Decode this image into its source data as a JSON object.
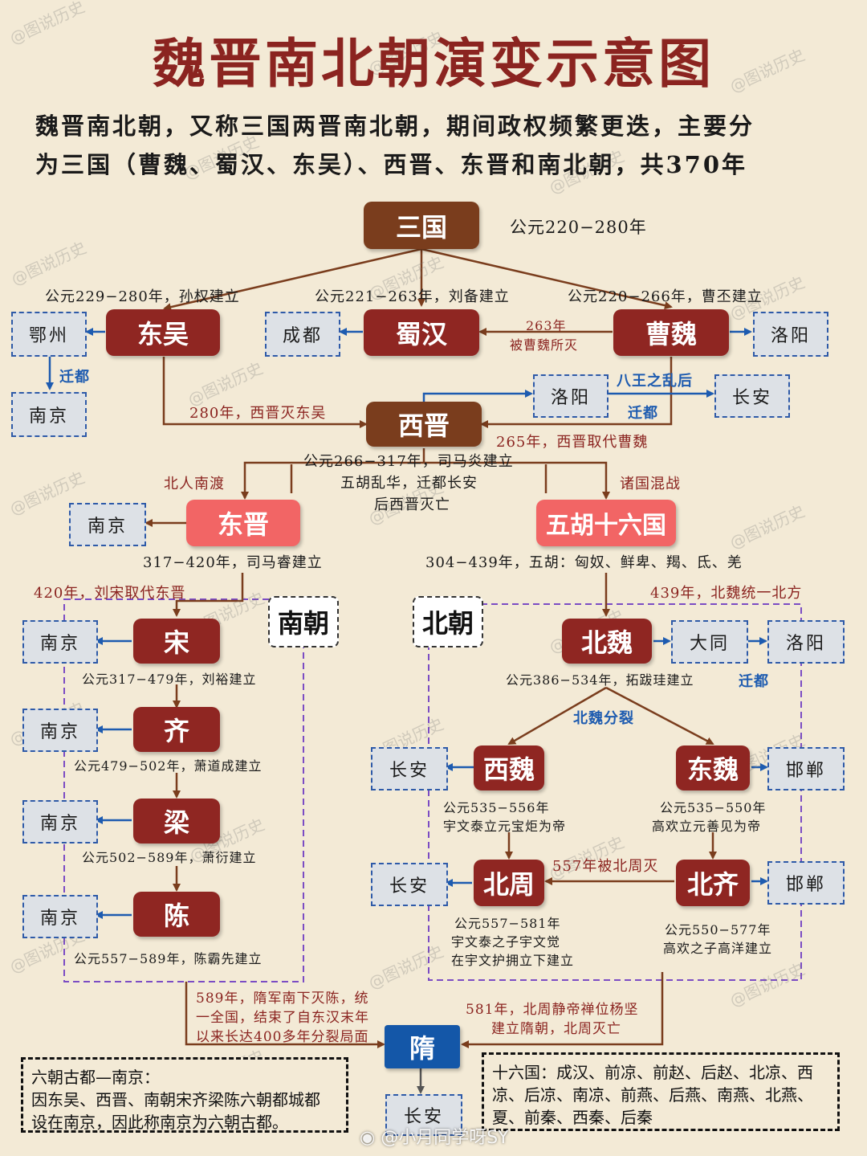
{
  "title": "魏晋南北朝演变示意图",
  "intro": {
    "line1": "魏晋南北朝，又称三国两晋南北朝，期间政权频繁更迭，主要分",
    "line2": "为三国（曹魏、蜀汉、东吴）、西晋、东晋和南北朝，共370年"
  },
  "nodes": {
    "sanguo": "三国",
    "dongwu": "东吴",
    "shuhan": "蜀汉",
    "caowei": "曹魏",
    "xijin": "西晋",
    "dongjin": "东晋",
    "wuhu": "五胡十六国",
    "nanchao": "南朝",
    "beichao": "北朝",
    "song": "宋",
    "qi": "齐",
    "liang": "梁",
    "chen": "陈",
    "beiwei": "北魏",
    "xiwei": "西魏",
    "dongwei": "东魏",
    "beizhou": "北周",
    "beiqi": "北齐",
    "sui": "隋"
  },
  "cities": {
    "ezhou": "鄂州",
    "nanjing": "南京",
    "chengdu": "成都",
    "luoyang": "洛阳",
    "changan": "长安",
    "datong": "大同",
    "handan": "邯郸"
  },
  "labels": {
    "sanguo_date": "公元220−280年",
    "dongwu_date": "公元229−280年，孙权建立",
    "shuhan_date": "公元221−263年，刘备建立",
    "caowei_date": "公元220−266年，曹丕建立",
    "y263_a": "263年",
    "y263_b": "被曹魏所灭",
    "qiandu": "迁都",
    "bawang": "八王之乱后",
    "y280": "280年，西晋灭东吴",
    "y265": "265年，西晋取代曹魏",
    "xijin_1": "公元266−317年，司马炎建立",
    "xijin_2": "五胡乱华，迁都长安",
    "xijin_3": "后西晋灭亡",
    "beirennandu": "北人南渡",
    "zhuguohunzhan": "诸国混战",
    "dongjin_date": "317−420年，司马睿建立",
    "wuhu_date": "304−439年，五胡：匈奴、鲜卑、羯、氐、羌",
    "y420": "420年，刘宋取代东晋",
    "y439": "439年，北魏统一北方",
    "song_date": "公元317−479年，刘裕建立",
    "qi_date": "公元479−502年，萧道成建立",
    "liang_date": "公元502−589年，萧衍建立",
    "chen_date": "公元557−589年，陈霸先建立",
    "beiwei_date": "公元386−534年，拓跋珪建立",
    "beiwei_split": "北魏分裂",
    "xiwei_1": "公元535−556年",
    "xiwei_2": "宇文泰立元宝炬为帝",
    "dongwei_1": "公元535−550年",
    "dongwei_2": "高欢立元善见为帝",
    "y557": "557年被北周灭",
    "beizhou_1": "公元557−581年",
    "beizhou_2": "宇文泰之子宇文觉",
    "beizhou_3": "在宇文护拥立下建立",
    "beiqi_1": "公元550−577年",
    "beiqi_2": "高欢之子高洋建立",
    "y589_1": "589年，隋军南下灭陈，统",
    "y589_2": "一全国，结束了自东汉末年",
    "y589_3": "以来长达400多年分裂局面",
    "y581_1": "581年，北周静帝禅位杨坚",
    "y581_2": "建立隋朝，北周灭亡"
  },
  "notes": {
    "left_1": "六朝古都—南京：",
    "left_2": "因东吴、西晋、南朝宋齐梁陈六朝都城都",
    "left_3": "设在南京，因此称南京为六朝古都。",
    "right_1": "十六国：成汉、前凉、前赵、后赵、北凉、西",
    "right_2": "凉、后凉、南凉、前燕、后燕、南燕、北燕、",
    "right_3": "夏、前秦、西秦、后秦"
  },
  "watermark": "@图说历史",
  "footer": "@小月同学呀SY",
  "colors": {
    "title": "#8b2420",
    "node_brown": "#7a3d1d",
    "node_red": "#8f2622",
    "node_pink": "#f26565",
    "node_sui": "#1457a8",
    "city_border": "#2e5aa8",
    "bg": "#f3ead6"
  }
}
